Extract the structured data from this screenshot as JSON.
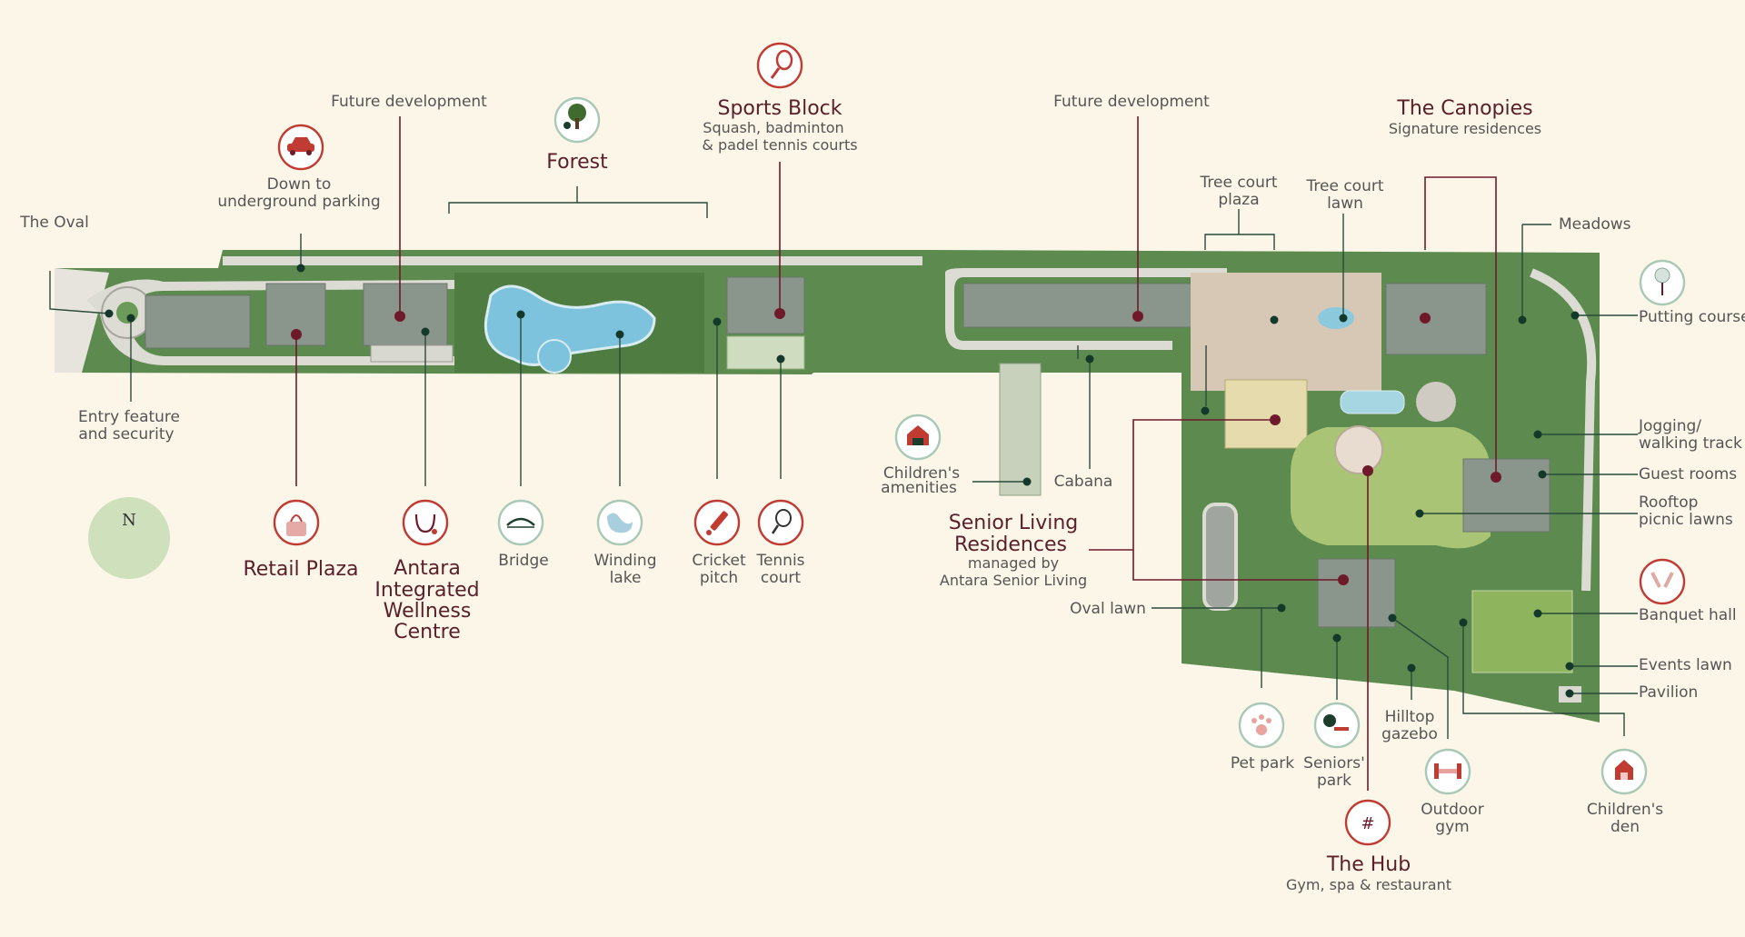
{
  "compass": {
    "letter": "N"
  },
  "labels": {
    "the_oval": "The Oval",
    "down_to_parking_1": "Down to",
    "down_to_parking_2": "underground parking",
    "future_dev_left": "Future development",
    "forest": "Forest",
    "sports_block": "Sports Block",
    "sports_block_sub1": "Squash, badminton",
    "sports_block_sub2": "& padel tennis courts",
    "future_dev_right": "Future development",
    "the_canopies": "The Canopies",
    "the_canopies_sub": "Signature residences",
    "tree_court_plaza_1": "Tree court",
    "tree_court_plaza_2": "plaza",
    "tree_court_lawn_1": "Tree court",
    "tree_court_lawn_2": "lawn",
    "meadows": "Meadows",
    "putting_course": "Putting course",
    "entry_feature_1": "Entry feature",
    "entry_feature_2": "and security",
    "retail_plaza": "Retail Plaza",
    "wellness_1": "Antara",
    "wellness_2": "Integrated",
    "wellness_3": "Wellness",
    "wellness_4": "Centre",
    "bridge": "Bridge",
    "winding_lake_1": "Winding",
    "winding_lake_2": "lake",
    "cricket_pitch_1": "Cricket",
    "cricket_pitch_2": "pitch",
    "tennis_court_1": "Tennis",
    "tennis_court_2": "court",
    "childrens_amenities_1": "Children's",
    "childrens_amenities_2": "amenities",
    "cabana": "Cabana",
    "senior_living_1": "Senior Living",
    "senior_living_2": "Residences",
    "senior_living_sub1": "managed by",
    "senior_living_sub2": "Antara Senior Living",
    "oval_lawn": "Oval lawn",
    "jogging_1": "Jogging/",
    "jogging_2": "walking track",
    "guest_rooms": "Guest rooms",
    "rooftop_1": "Rooftop",
    "rooftop_2": "picnic lawns",
    "banquet_hall": "Banquet hall",
    "events_lawn": "Events lawn",
    "pavilion": "Pavilion",
    "pet_park": "Pet park",
    "seniors_park_1": "Seniors'",
    "seniors_park_2": "park",
    "hilltop_gazebo_1": "Hilltop",
    "hilltop_gazebo_2": "gazebo",
    "outdoor_gym_1": "Outdoor",
    "outdoor_gym_2": "gym",
    "childrens_den_1": "Children's",
    "childrens_den_2": "den",
    "the_hub": "The Hub",
    "the_hub_sub": "Gym, spa & restaurant"
  },
  "icons": {
    "parking": "car-icon",
    "forest": "tree-icon",
    "sports": "racquet-icon",
    "putting": "golf-icon",
    "retail": "shopping-bag-icon",
    "wellness": "stethoscope-icon",
    "bridge": "bridge-icon",
    "lake": "lake-icon",
    "cricket": "cricket-bat-icon",
    "tennis": "tennis-racquet-icon",
    "children_amenities": "playhouse-icon",
    "banquet": "glasses-icon",
    "pet_park": "paw-icon",
    "seniors_park": "bench-icon",
    "outdoor_gym": "dumbbell-icon",
    "childrens_den": "house-icon",
    "the_hub": "hub-icon"
  },
  "colors": {
    "background": "#fbf6e8",
    "accent_red": "#6e1a2b",
    "icon_red": "#c03b32",
    "icon_green": "#a9c9b6",
    "vegetation": "#5d8a4e",
    "lawn": "#9dbb6a",
    "building": "#8a958b",
    "path": "#dcdcd4"
  }
}
